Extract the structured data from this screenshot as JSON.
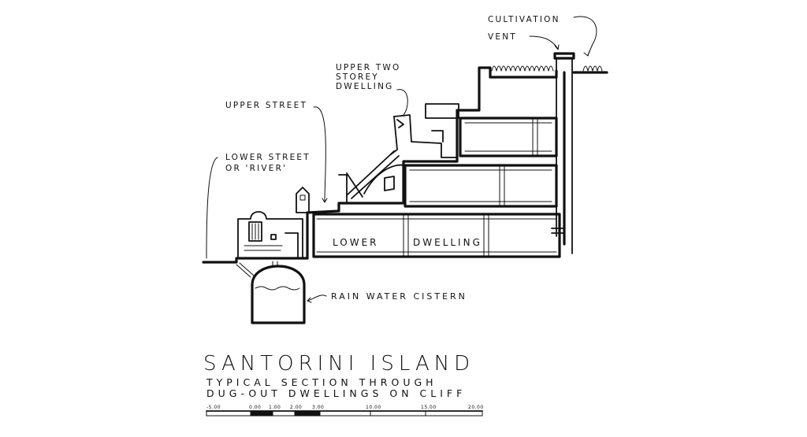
{
  "labels": {
    "cultivation": "CULTIVATION",
    "vent": "VENT",
    "upper_two_storey_1": "UPPER TWO",
    "upper_two_storey_2": "STOREY",
    "upper_two_storey_3": "DWELLING",
    "upper_street": "UPPER STREET",
    "lower_street_1": "LOWER STREET",
    "lower_street_2": "OR 'RIVER'",
    "lower_dwelling_1": "LOWER",
    "lower_dwelling_2": "DWELLING",
    "rain_water_cistern": "RAIN WATER CISTERN"
  },
  "title": {
    "main": "SANTORINI ISLAND",
    "sub_1": "TYPICAL  SECTION  THROUGH",
    "sub_2": "DUG-OUT DWELLINGS ON CLIFF"
  },
  "scale_bar": {
    "ticks": [
      "-5.00",
      "0.00",
      "1.00",
      "2.00",
      "3.00",
      "10.00",
      "15.00",
      "20.00"
    ]
  },
  "colors": {
    "ink": "#111111",
    "paper": "#ffffff"
  }
}
